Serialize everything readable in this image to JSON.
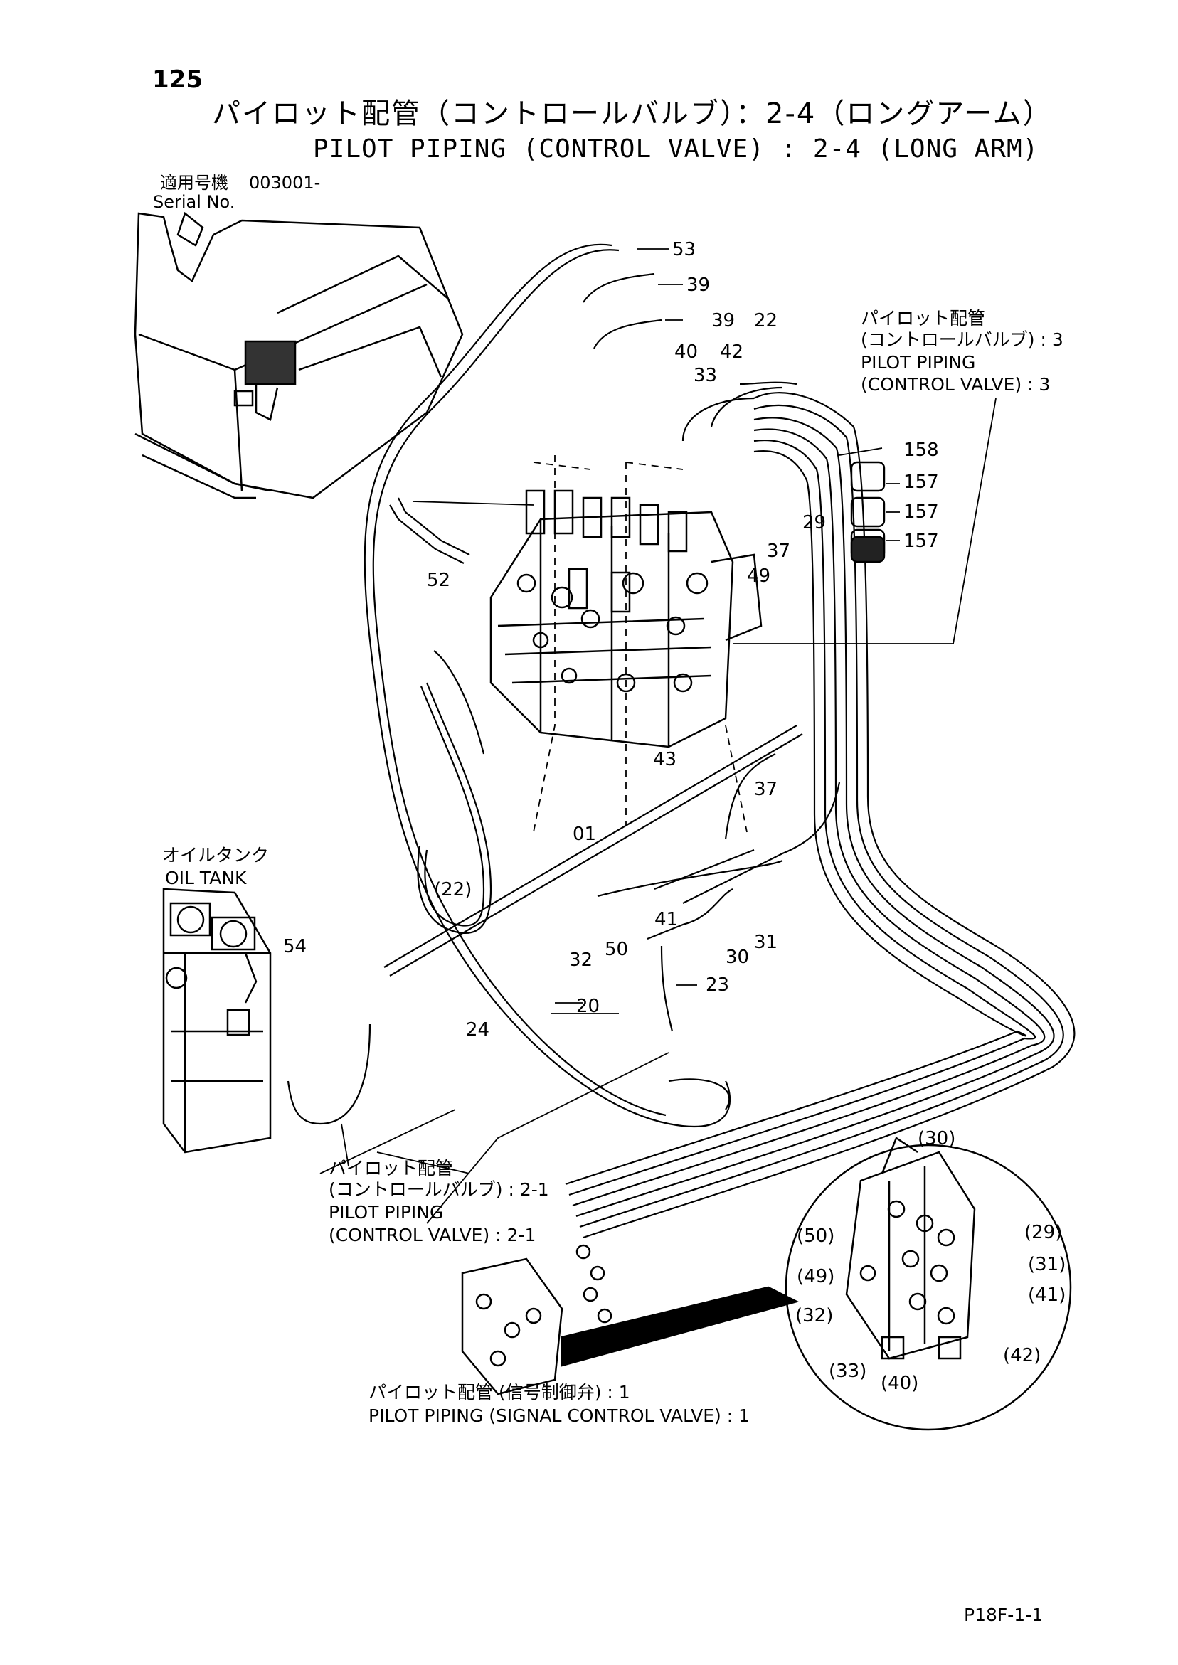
{
  "header": {
    "page_number": "125",
    "title_jp": "パイロット配管（コントロールバルブ）：2-4（ロングアーム）",
    "title_en": "PILOT PIPING (CONTROL VALVE) : 2-4 (LONG ARM)"
  },
  "serial": {
    "label_jp": "適用号機",
    "number": "003001-",
    "label_en": "Serial No."
  },
  "refs": {
    "top_right_jp": "パイロット配管",
    "top_right_jp2": "(コントロールバルブ) : 3",
    "top_right_en": "PILOT PIPING",
    "top_right_en2": "(CONTROL VALVE) : 3",
    "bottom_left_jp": "パイロット配管",
    "bottom_left_jp2": "(コントロールバルブ) : 2-1",
    "bottom_left_en": "PILOT PIPING",
    "bottom_left_en2": "(CONTROL VALVE) : 2-1",
    "bottom_jp": "パイロット配管 (信号制御弁) : 1",
    "bottom_en": "PILOT PIPING (SIGNAL CONTROL VALVE) : 1"
  },
  "oil_tank": {
    "jp": "オイルタンク",
    "en": "OIL TANK"
  },
  "part_labels": {
    "p53": "53",
    "p39a": "39",
    "p39b": "39",
    "p22": "22",
    "p40": "40",
    "p42": "42",
    "p33": "33",
    "p158": "158",
    "p157a": "157",
    "p157b": "157",
    "p157c": "157",
    "p29": "29",
    "p37a": "37",
    "p49": "49",
    "p52": "52",
    "p43": "43",
    "p37b": "37",
    "p01": "01",
    "p22b": "(22)",
    "p54": "54",
    "p24": "24",
    "p20": "20",
    "p41": "41",
    "p32": "32",
    "p50": "50",
    "p30": "30",
    "p31": "31",
    "p23": "23"
  },
  "detail_labels": {
    "d30": "(30)",
    "d50": "(50)",
    "d29": "(29)",
    "d31": "(31)",
    "d49": "(49)",
    "d41": "(41)",
    "d32": "(32)",
    "d42": "(42)",
    "d33": "(33)",
    "d40": "(40)"
  },
  "footer": {
    "drawing_code": "P18F-1-1"
  }
}
